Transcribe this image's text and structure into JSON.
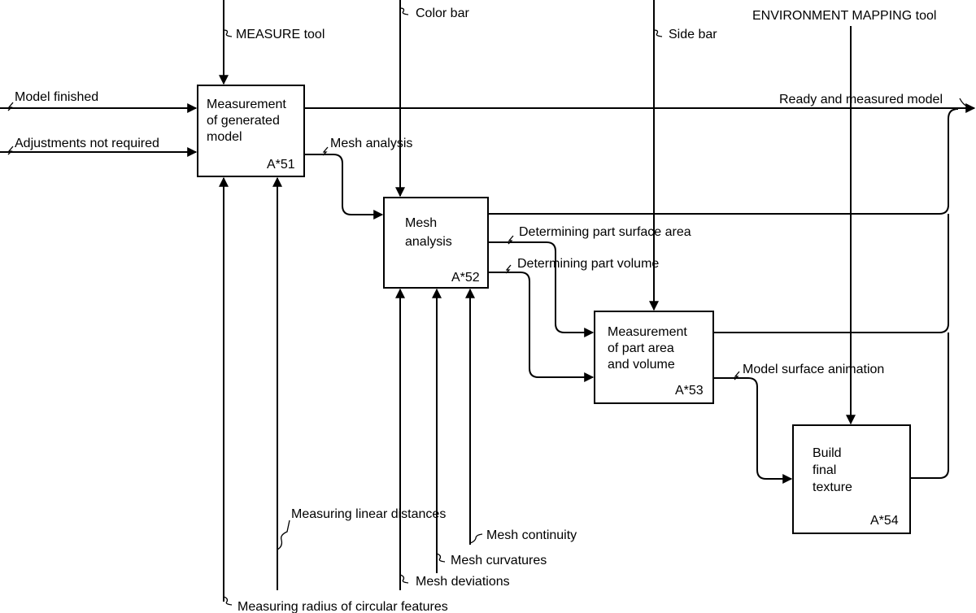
{
  "boxes": [
    {
      "label_lines": [
        "Measurement",
        "of generated",
        "model"
      ],
      "code": "A*51"
    },
    {
      "label_lines": [
        "Mesh",
        "analysis"
      ],
      "code": "A*52"
    },
    {
      "label_lines": [
        "Measurement",
        "of part area",
        "and volume"
      ],
      "code": "A*53"
    },
    {
      "label_lines": [
        "Build",
        "final",
        "texture"
      ],
      "code": "A*54"
    }
  ],
  "inputs": {
    "model_finished": "Model finished",
    "adjustments_not_required": "Adjustments not required"
  },
  "controls": {
    "measure_tool": "MEASURE tool",
    "color_bar": "Color bar",
    "side_bar": "Side bar",
    "environment_mapping_tool": "ENVIRONMENT MAPPING tool"
  },
  "outputs": {
    "ready_and_measured_model": "Ready and measured model",
    "mesh_analysis": "Mesh analysis",
    "determining_part_surface_area": "Determining part surface area",
    "determining_part_volume": "Determining part volume",
    "model_surface_animation": "Model surface animation"
  },
  "mechanisms": {
    "measuring_linear_distances": "Measuring linear distances",
    "measuring_radius_of_circular_features": "Measuring radius of circular features",
    "mesh_deviations": "Mesh deviations",
    "mesh_curvatures": "Mesh curvatures",
    "mesh_continuity": "Mesh continuity"
  }
}
